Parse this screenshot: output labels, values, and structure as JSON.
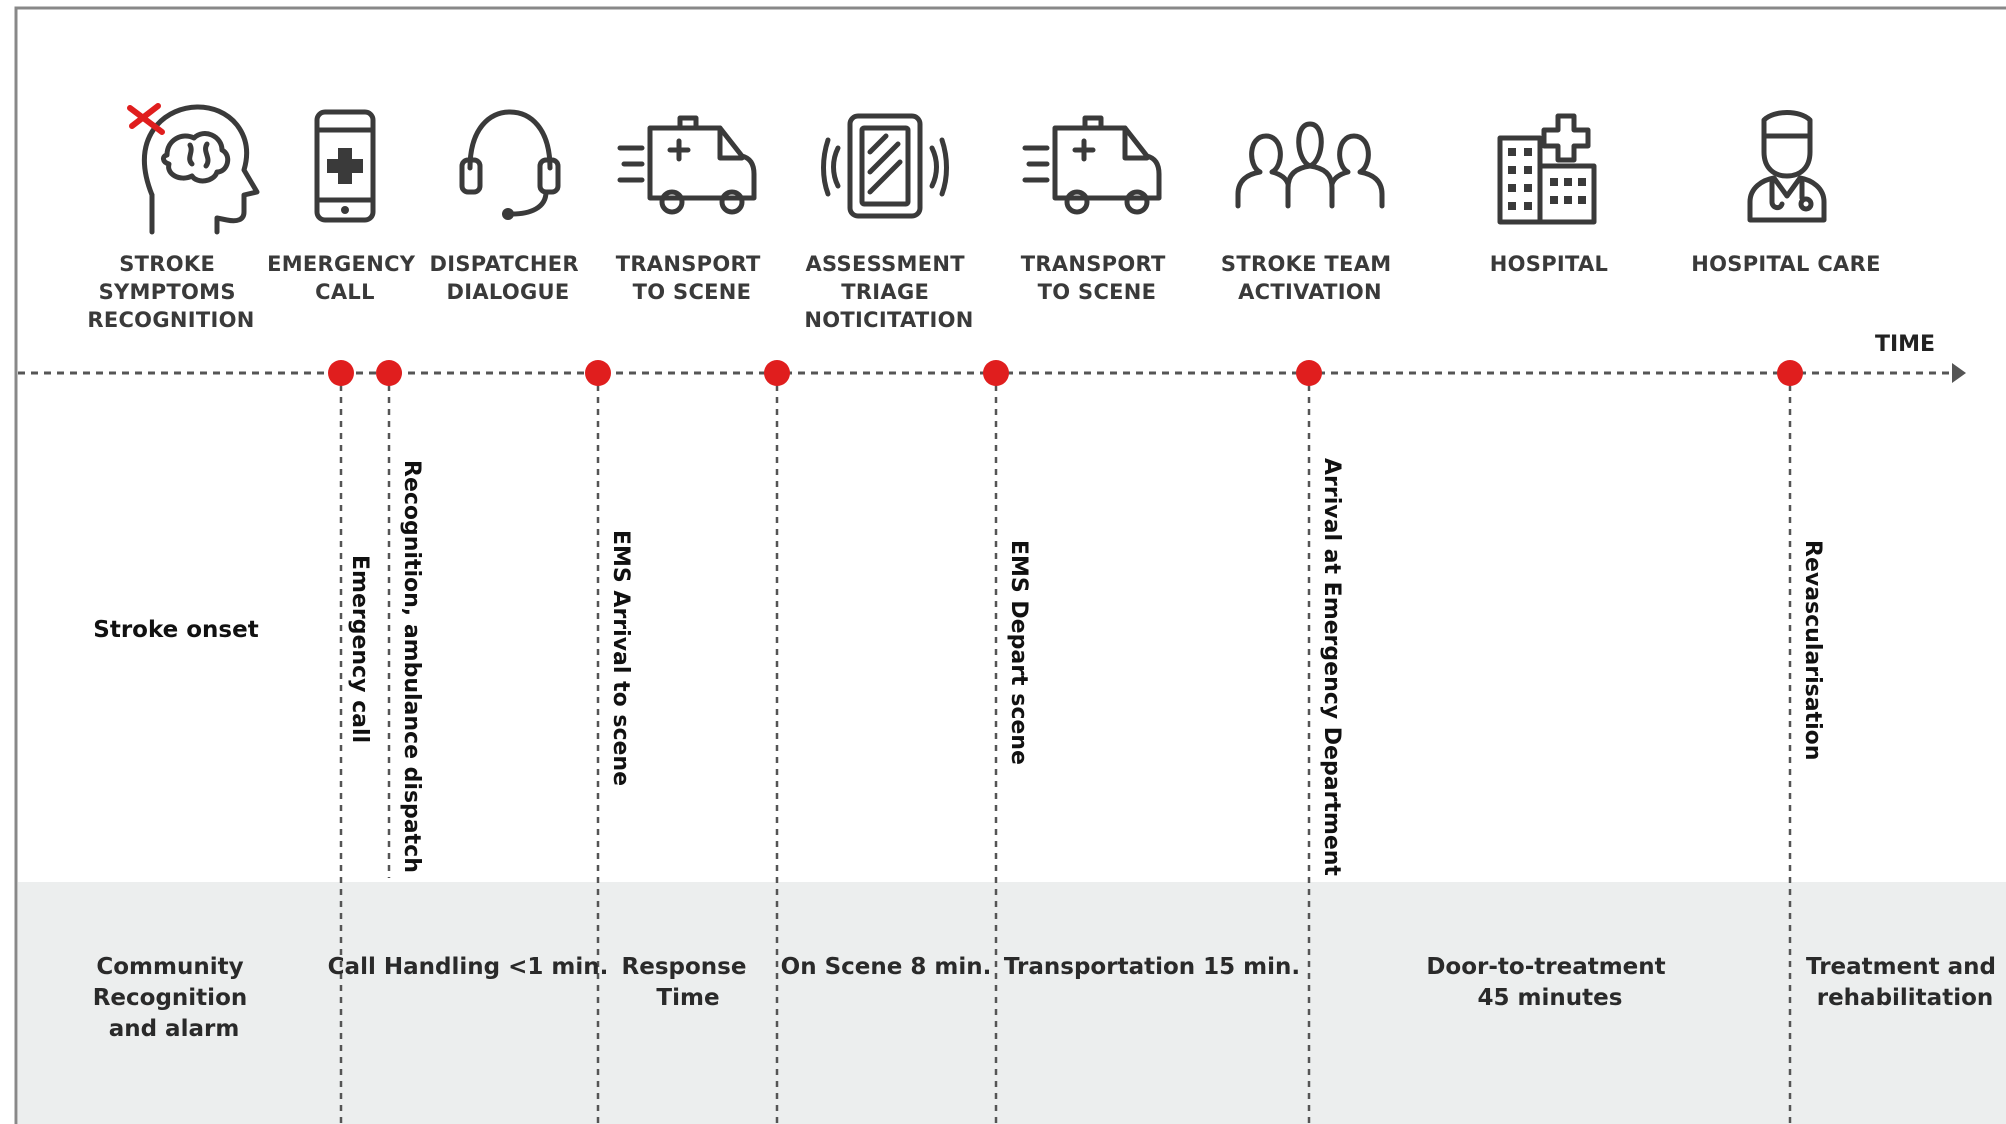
{
  "steps": [
    {
      "icon": "brain-head-icon",
      "lines": [
        "STROKE",
        "SYMPTOMS",
        "RECOGNITION"
      ]
    },
    {
      "icon": "phone-medical-icon",
      "lines": [
        "EMERGENCY",
        "CALL"
      ]
    },
    {
      "icon": "headset-icon",
      "lines": [
        "DISPATCHER",
        "DIALOGUE"
      ]
    },
    {
      "icon": "ambulance-icon",
      "lines": [
        "TRANSPORT",
        "TO SCENE"
      ]
    },
    {
      "icon": "tablet-vibrate-icon",
      "lines": [
        "ASSESSMENT",
        "TRIAGE",
        "NOTICITATION"
      ]
    },
    {
      "icon": "ambulance-icon",
      "lines": [
        "TRANSPORT",
        "TO SCENE"
      ]
    },
    {
      "icon": "team-icon",
      "lines": [
        "STROKE TEAM",
        "ACTIVATION"
      ]
    },
    {
      "icon": "hospital-icon",
      "lines": [
        "HOSPITAL"
      ]
    },
    {
      "icon": "doctor-icon",
      "lines": [
        "HOSPITAL CARE"
      ]
    }
  ],
  "timeline": {
    "axis_label": "TIME",
    "onset_label": "Stroke onset"
  },
  "events": [
    {
      "label": "Emergency call"
    },
    {
      "label": "Recognition, ambulance dispatch"
    },
    {
      "label": "EMS Arrival to scene"
    },
    {
      "label": ""
    },
    {
      "label": "EMS Depart scene"
    },
    {
      "label": "Arrival at Emergency Department"
    },
    {
      "label": "Revascularisation"
    }
  ],
  "phases": [
    {
      "lines": [
        "Community",
        "Recognition",
        "and alarm"
      ]
    },
    {
      "lines": [
        "Call Handling <1 min."
      ]
    },
    {
      "lines": [
        "Response",
        "Time"
      ]
    },
    {
      "lines": [
        "On Scene 8 min."
      ]
    },
    {
      "lines": [
        "Transportation 15 min."
      ]
    },
    {
      "lines": [
        "Door-to-treatment",
        "45 minutes"
      ]
    },
    {
      "lines": [
        "Treatment and",
        "rehabilitation"
      ]
    }
  ],
  "colors": {
    "accent": "#e01e1e",
    "phase_band": "#eceeee",
    "text": "#222222"
  }
}
